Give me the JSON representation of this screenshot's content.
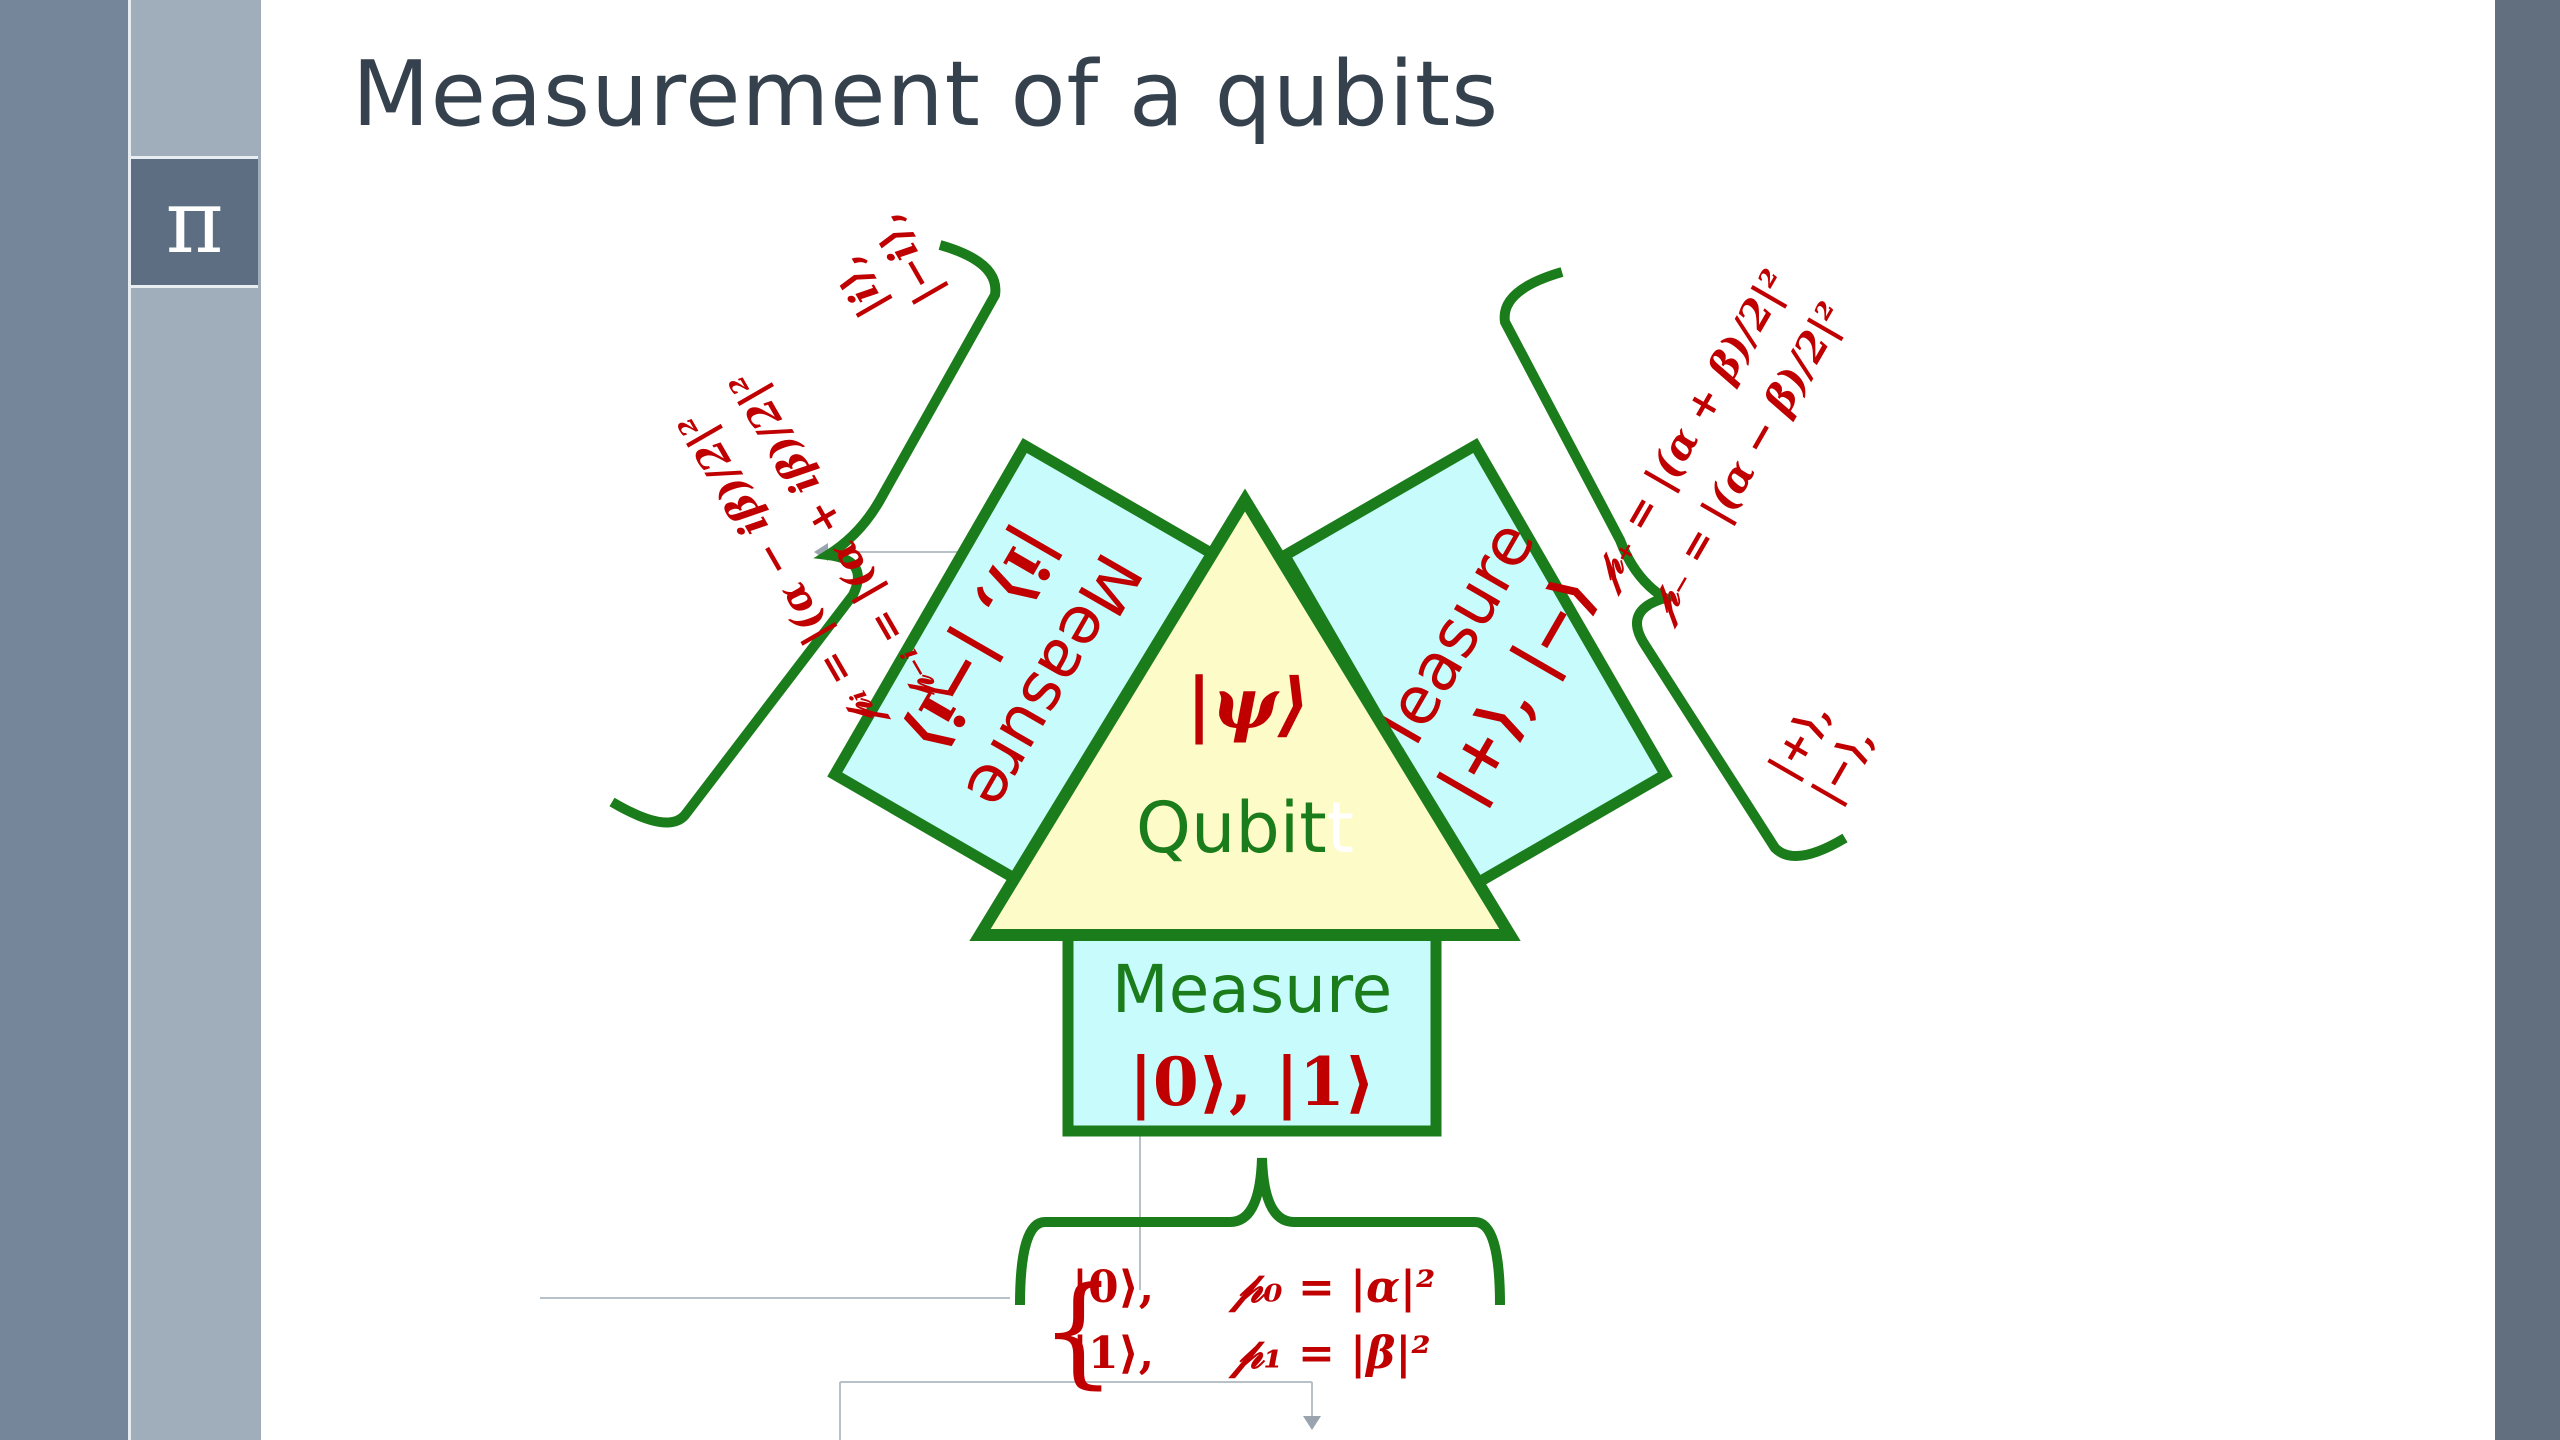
{
  "slide": {
    "title": "Measurement of a qubits",
    "logo_symbol": "π"
  },
  "qubit": {
    "state": "|ψ⟩",
    "label_prefix": "Qubit",
    "label_suffix": "t"
  },
  "measure_z": {
    "title": "Measure",
    "basis": "|0⟩, |1⟩",
    "outcome_1_state": "|0⟩,",
    "outcome_1_prob": "𝓅₀ = |α|²",
    "outcome_2_state": "|1⟩,",
    "outcome_2_prob": "𝓅₁ = |β|²"
  },
  "measure_y": {
    "title": "Measure",
    "basis": "|i⟩, |−i⟩",
    "outcome_1_state": "|i⟩,",
    "outcome_2_state": "|−i⟩,",
    "outcome_1_prob": "𝓅ᵢ = |(α − iβ)/2|²",
    "outcome_2_prob": "𝓅₋ᵢ = |(α + iβ)/2|²"
  },
  "measure_x": {
    "title": "Measure",
    "basis": "|+⟩, |−⟩",
    "outcome_1_state": "|+⟩,",
    "outcome_2_state": "|−⟩,",
    "outcome_1_prob": "𝓅₊ = |(α + β)/2|²",
    "outcome_2_prob": "𝓅₋ = |(α − β)/2|²"
  },
  "colors": {
    "green": "#1a7c1a",
    "red": "#c00000",
    "triangle_fill": "#fdfcc8",
    "box_fill": "#c8fcfc",
    "rail": "#75869a",
    "rail_inner": "#a0adba",
    "title": "#36414e"
  }
}
